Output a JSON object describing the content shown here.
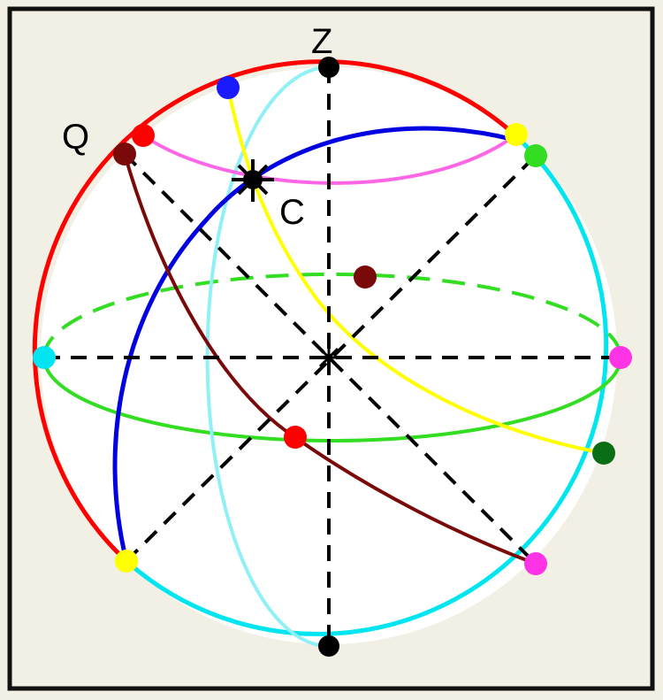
{
  "labels": {
    "z_axis": "Z",
    "point_q": "Q",
    "point_c": "C"
  },
  "colors": {
    "background": "#f2efe4",
    "frame": "#111111",
    "sphere_fill": "#ffffff",
    "red_arc": "#ff0000",
    "cyan_arc": "#00e5f0",
    "light_cyan_arc": "#8ff0f5",
    "blue_arc": "#0000e0",
    "magenta_arc": "#ff66e6",
    "yellow_arc": "#ffff00",
    "brown_arc": "#7a0a0a",
    "green_equator": "#33dd22",
    "axes": "#000000"
  },
  "points": [
    {
      "name": "north-pole-point",
      "color": "#000000"
    },
    {
      "name": "south-pole-point",
      "color": "#000000"
    },
    {
      "name": "blue-point",
      "color": "#1a1aff"
    },
    {
      "name": "red-point-top",
      "color": "#ff0000"
    },
    {
      "name": "q-point",
      "color": "#7a0a0a"
    },
    {
      "name": "yellow-point-top",
      "color": "#ffff00"
    },
    {
      "name": "green-point-top",
      "color": "#33dd22"
    },
    {
      "name": "cyan-point-left",
      "color": "#00e5f0"
    },
    {
      "name": "magenta-point-right",
      "color": "#ff33e6"
    },
    {
      "name": "brown-point-center",
      "color": "#7a0a0a"
    },
    {
      "name": "red-point-center",
      "color": "#ff0000"
    },
    {
      "name": "dark-green-point",
      "color": "#0a6e14"
    },
    {
      "name": "yellow-point-bottom",
      "color": "#ffff00"
    },
    {
      "name": "magenta-point-bottom",
      "color": "#ff33e6"
    }
  ]
}
